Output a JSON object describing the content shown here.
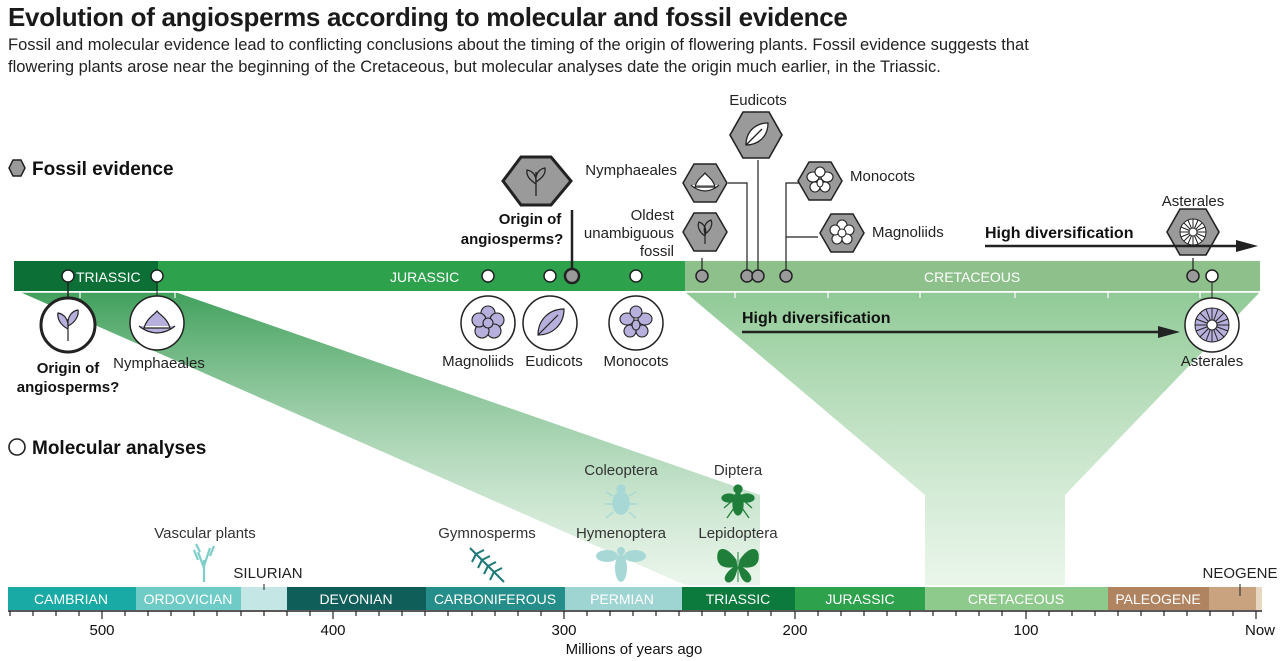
{
  "title": "Evolution of angiosperms according to molecular and fossil evidence",
  "subtitle": "Fossil and molecular evidence lead to conflicting conclusions about the timing of the origin of flowering plants. Fossil evidence suggests that flowering plants arose near the beginning of the Cretaceous, but molecular analyses date the origin much earlier, in the Triassic.",
  "legend": {
    "fossil": "Fossil evidence",
    "molecular": "Molecular analyses"
  },
  "top_bar": {
    "triassic": "TRIASSIC",
    "jurassic": "JURASSIC",
    "cretaceous": "CRETACEOUS"
  },
  "molecular_labels": {
    "origin_line1": "Origin of",
    "origin_line2": "angiosperms?",
    "nymphaeales": "Nymphaeales",
    "magnoliids": "Magnoliids",
    "eudicots": "Eudicots",
    "monocots": "Monocots",
    "high_div": "High diversification",
    "asterales": "Asterales"
  },
  "fossil_labels": {
    "origin_line1": "Origin of",
    "origin_line2": "angiosperms?",
    "nymphaeales": "Nymphaeales",
    "oldest_line1": "Oldest",
    "oldest_line2": "unambiguous",
    "oldest_line3": "fossil",
    "eudicots": "Eudicots",
    "monocots": "Monocots",
    "magnoliids": "Magnoliids",
    "asterales": "Asterales",
    "high_div": "High diversification"
  },
  "timeline": {
    "periods": [
      {
        "name": "CAMBRIAN",
        "color": "#19aaa6"
      },
      {
        "name": "ORDOVICIAN",
        "color": "#6ecbc6"
      },
      {
        "name": "DEVONIAN",
        "color": "#0f5e5a"
      },
      {
        "name": "CARBONIFEROUS",
        "color": "#268e8a"
      },
      {
        "name": "PERMIAN",
        "color": "#9ed5d3"
      },
      {
        "name": "TRIASSIC",
        "color": "#0b7a3c"
      },
      {
        "name": "JURASSIC",
        "color": "#2ea14d"
      },
      {
        "name": "CRETACEOUS",
        "color": "#8fca8d"
      },
      {
        "name": "PALEOGENE",
        "color": "#b08461"
      }
    ],
    "silurian": "SILURIAN",
    "neogene": "NEOGENE",
    "ticks": [
      "500",
      "400",
      "300",
      "200",
      "100",
      "Now"
    ],
    "axis_label": "Millions of years ago"
  },
  "insects": {
    "vascular": "Vascular plants",
    "gymnosperms": "Gymnosperms",
    "coleoptera": "Coleoptera",
    "hymenoptera": "Hymenoptera",
    "diptera": "Diptera",
    "lepidoptera": "Lepidoptera"
  },
  "colors": {
    "icon_purple": "#b8b0dc",
    "icon_grey": "#9a9a9a",
    "insect_teal": "#a8d8d6",
    "insect_green": "#1f7f3a"
  }
}
